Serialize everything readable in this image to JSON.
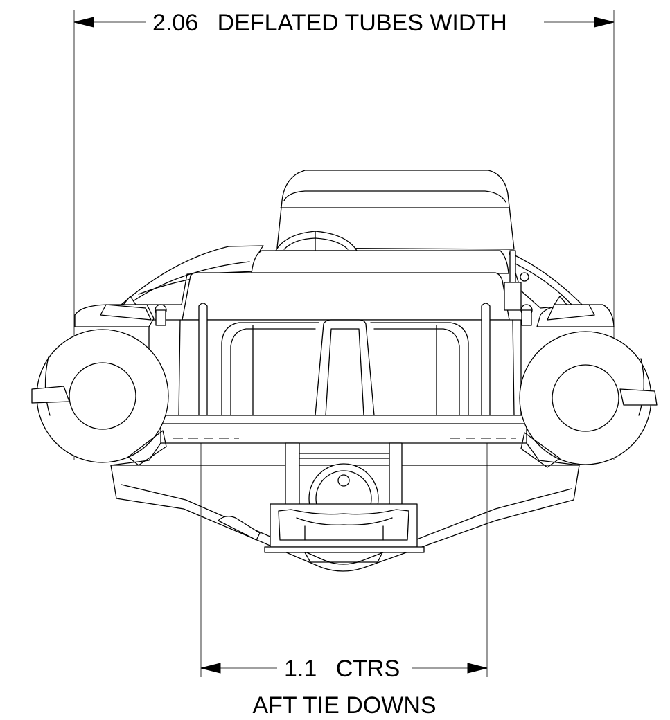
{
  "dimensions": {
    "overall_width": {
      "value": "2.06",
      "label": "DEFLATED TUBES WIDTH"
    },
    "tie_down_centers": {
      "value": "1.1",
      "label": "CTRS",
      "caption": "AFT TIE DOWNS"
    }
  },
  "colors": {
    "line": "#000000",
    "background": "#ffffff"
  }
}
